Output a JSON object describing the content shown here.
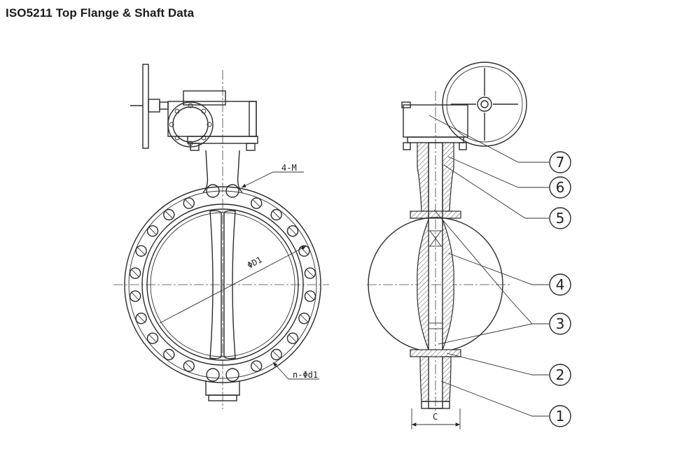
{
  "page": {
    "title": "ISO5211 Top Flange & Shaft Data"
  },
  "front_view": {
    "labels": {
      "bolt_thread": "4-M",
      "bolt_circle": "ΦD1",
      "bolt_holes": "n-Φd1"
    }
  },
  "side_view": {
    "dimension": "C",
    "part_numbers": [
      "1",
      "2",
      "3",
      "4",
      "5",
      "6",
      "7"
    ]
  }
}
